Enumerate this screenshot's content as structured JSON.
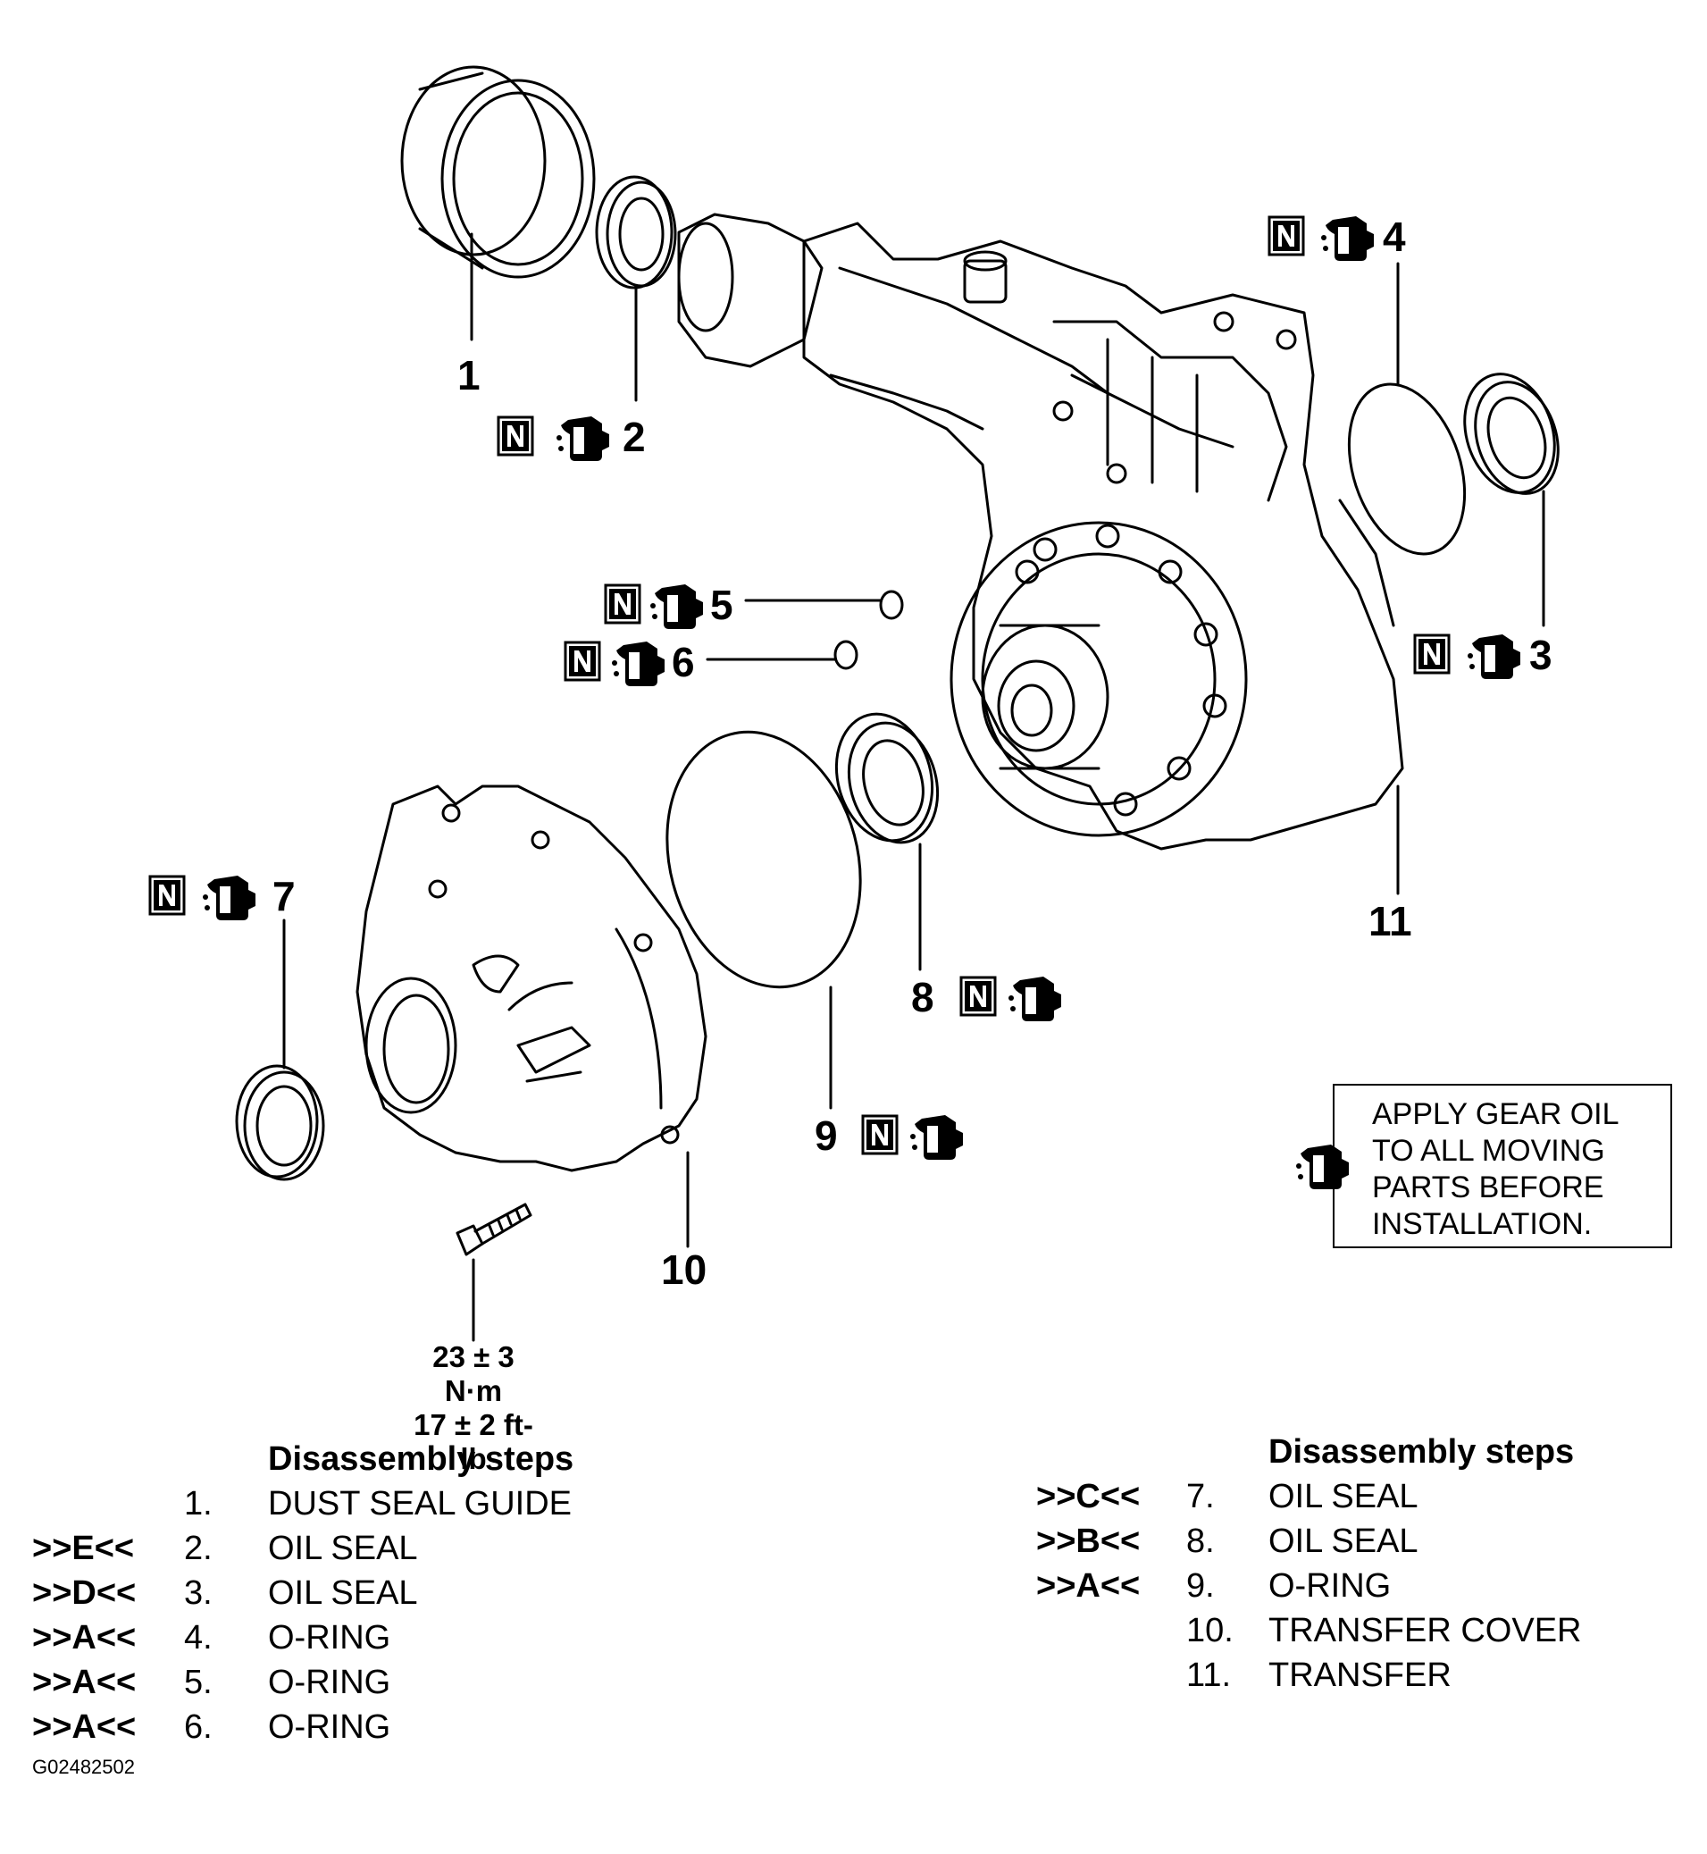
{
  "callouts": [
    {
      "id": "1",
      "number": "1",
      "new_part": false,
      "apply_oil": false
    },
    {
      "id": "2",
      "number": "2",
      "new_part": true,
      "apply_oil": true
    },
    {
      "id": "3",
      "number": "3",
      "new_part": true,
      "apply_oil": true
    },
    {
      "id": "4",
      "number": "4",
      "new_part": true,
      "apply_oil": true
    },
    {
      "id": "5",
      "number": "5",
      "new_part": true,
      "apply_oil": true
    },
    {
      "id": "6",
      "number": "6",
      "new_part": true,
      "apply_oil": true
    },
    {
      "id": "7",
      "number": "7",
      "new_part": true,
      "apply_oil": true
    },
    {
      "id": "8",
      "number": "8",
      "new_part": true,
      "apply_oil": true
    },
    {
      "id": "9",
      "number": "9",
      "new_part": true,
      "apply_oil": true
    },
    {
      "id": "10",
      "number": "10",
      "new_part": false,
      "apply_oil": false
    },
    {
      "id": "11",
      "number": "11",
      "new_part": false,
      "apply_oil": false
    }
  ],
  "new_part_symbol": "N",
  "oil_can_icon": "oil-can-icon",
  "torque": {
    "line1": "23 ± 3 N·m",
    "line2": "17 ± 2 ft-lb"
  },
  "note": {
    "lines": [
      "APPLY GEAR OIL",
      "TO ALL MOVING",
      "PARTS BEFORE",
      "INSTALLATION."
    ]
  },
  "steps_left": {
    "header": "Disassembly steps",
    "rows": [
      {
        "code": "",
        "num": "1.",
        "name": "DUST SEAL GUIDE"
      },
      {
        "code": ">>E<<",
        "num": "2.",
        "name": "OIL SEAL"
      },
      {
        "code": ">>D<<",
        "num": "3.",
        "name": "OIL SEAL"
      },
      {
        "code": ">>A<<",
        "num": "4.",
        "name": "O-RING"
      },
      {
        "code": ">>A<<",
        "num": "5.",
        "name": "O-RING"
      },
      {
        "code": ">>A<<",
        "num": "6.",
        "name": "O-RING"
      }
    ]
  },
  "steps_right": {
    "header": "Disassembly steps",
    "rows": [
      {
        "code": ">>C<<",
        "num": "7.",
        "name": "OIL SEAL"
      },
      {
        "code": ">>B<<",
        "num": "8.",
        "name": "OIL SEAL"
      },
      {
        "code": ">>A<<",
        "num": "9.",
        "name": "O-RING"
      },
      {
        "code": "",
        "num": "10.",
        "name": "TRANSFER COVER"
      },
      {
        "code": "",
        "num": "11.",
        "name": "TRANSFER"
      }
    ]
  },
  "figure_id": "G02482502"
}
